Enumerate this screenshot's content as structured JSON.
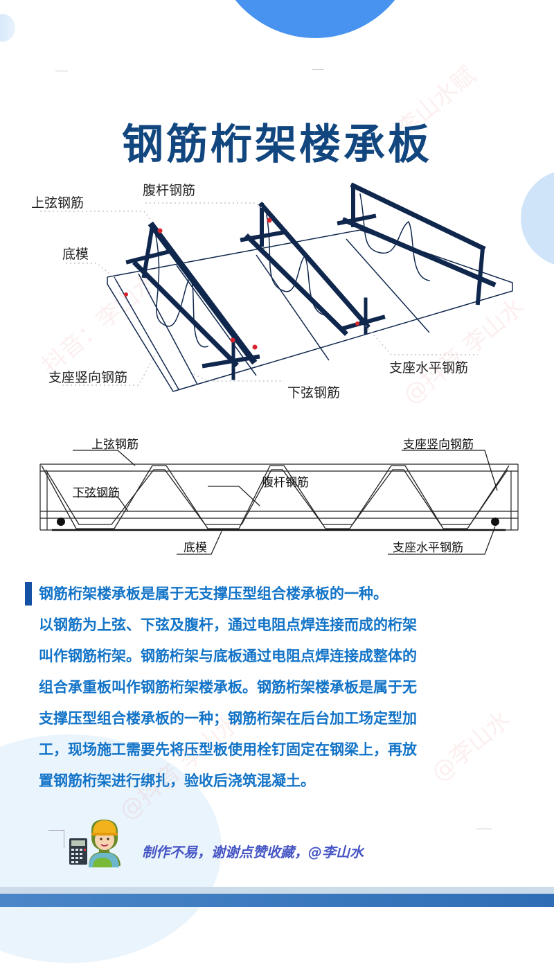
{
  "title": "钢筋桁架楼承板",
  "diagram_3d": {
    "labels": {
      "top_chord": "上弦钢筋",
      "web_bar": "腹杆钢筋",
      "bottom_form": "底模",
      "support_vertical": "支座竖向钢筋",
      "bottom_chord": "下弦钢筋",
      "support_horizontal": "支座水平钢筋"
    }
  },
  "diagram_2d": {
    "labels": {
      "top_chord": "上弦钢筋",
      "support_vertical": "支座竖向钢筋",
      "bottom_chord": "下弦钢筋",
      "web_bar": "腹杆钢筋",
      "bottom_form": "底模",
      "support_horizontal": "支座水平钢筋"
    }
  },
  "description": {
    "lines": [
      "钢筋桁架楼承板是属于无支撑压型组合楼承板的一种。",
      "以钢筋为上弦、下弦及腹杆，通过电阻点焊连接而成的桁架",
      "叫作钢筋桁架。钢筋桁架与底板通过电阻点焊连接成整体的",
      "组合承重板叫作钢筋桁架楼承板。钢筋桁架楼承板是属于无",
      "支撑压型组合楼承板的一种；钢筋桁架在后台加工场定型加",
      "工，现场施工需要先将压型板使用栓钉固定在钢梁上，再放",
      "置钢筋桁架进行绑扎，验收后浇筑混凝土。"
    ]
  },
  "footer": {
    "text": "制作不易，谢谢点赞收藏，@李山水",
    "avatar_icon": "engineer-with-calculator-icon"
  },
  "watermarks": [
    "@李山水",
    "抖音：李山水",
    "@抖音",
    "李山水赋"
  ],
  "colors": {
    "title": "#12467f",
    "paragraph": "#1273c7",
    "accent_circle": "#4893ef",
    "footer_text": "#4656c4",
    "steel": "#10274d",
    "weld_dot": "#d9232d"
  }
}
